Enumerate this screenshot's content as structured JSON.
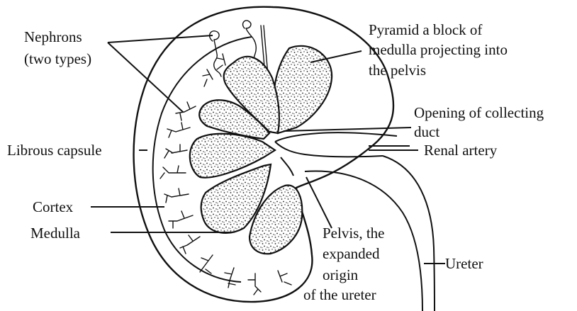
{
  "labels": {
    "nephrons": [
      "Nephrons",
      "(two types)"
    ],
    "pyramid": [
      "Pyramid a block of",
      "medulla projecting into",
      "the pelvis"
    ],
    "opening": [
      "Opening of collecting",
      "duct"
    ],
    "capsule": "Librous capsule",
    "renal_artery": "Renal artery",
    "cortex": "Cortex",
    "medulla": "Medulla",
    "pelvis": [
      "Pelvis, the",
      "expanded",
      "origin",
      "of the ureter"
    ],
    "ureter": "Ureter"
  }
}
